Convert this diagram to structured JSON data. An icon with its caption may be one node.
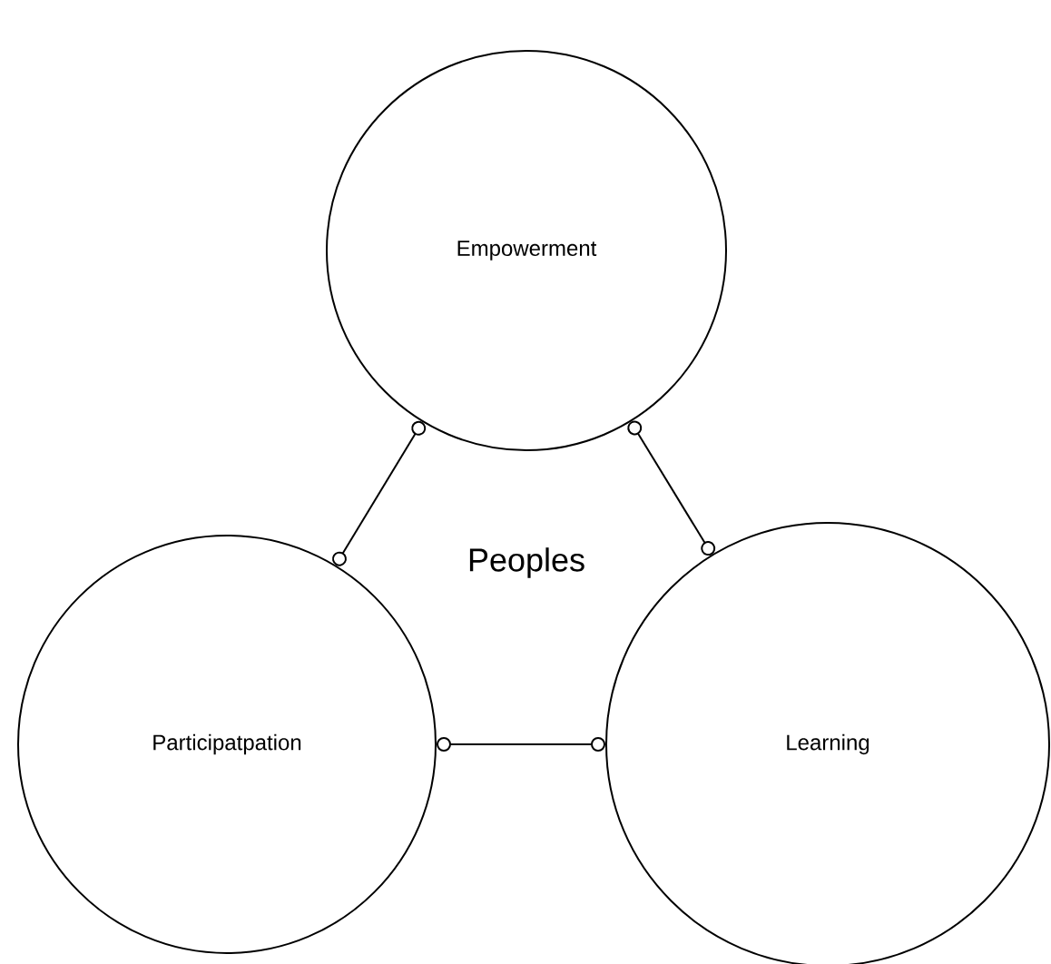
{
  "diagram": {
    "nodes": [
      {
        "text": [
          "Empowerment"
        ]
      },
      {
        "text": [
          "Participatpation"
        ]
      },
      {
        "text": [
          "Learning"
        ]
      }
    ],
    "edges": [
      {
        "from": 0,
        "to": 1,
        "arrow": "other"
      },
      {
        "from": 0,
        "to": 2,
        "arrow": "other"
      },
      {
        "from": 1,
        "to": 2,
        "arrow": "other"
      }
    ],
    "labels": [
      "Peoples"
    ]
  }
}
